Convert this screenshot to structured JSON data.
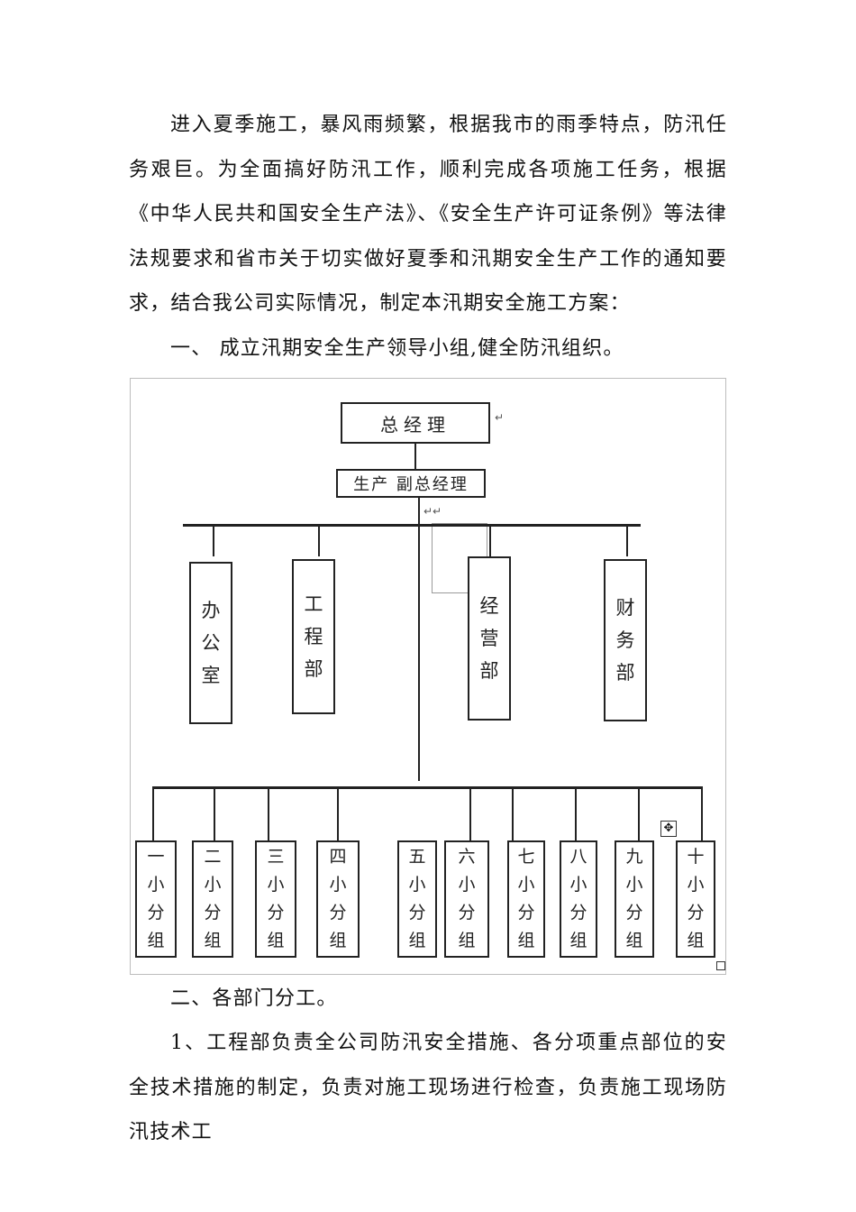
{
  "paragraphs": {
    "p1": "进入夏季施工，暴风雨频繁，根据我市的雨季特点，防汛任务艰巨。为全面搞好防汛工作，顺利完成各项施工任务，根据《中华人民共和国安全生产法》、《安全生产许可证条例》等法律法规要求和省市关于切实做好夏季和汛期安全生产工作的通知要求，结合我公司实际情况，制定本汛期安全施工方案：",
    "h1": "一、 成立汛期安全生产领导小组,健全防汛组织。",
    "h2": "二、各部门分工。",
    "p2": "1、工程部负责全公司防汛安全措施、各分项重点部位的安全技术措施的制定，负责对施工现场进行检查，负责施工现场防汛技术工"
  },
  "org_chart": {
    "top": "总经理",
    "deputy": "生产 副总经理",
    "departments": [
      {
        "chars": [
          "办",
          "公",
          "室"
        ]
      },
      {
        "chars": [
          "工",
          "程",
          "部"
        ]
      },
      {
        "chars": [
          "经",
          "营",
          "部"
        ]
      },
      {
        "chars": [
          "财",
          "务",
          "部"
        ]
      }
    ],
    "groups": [
      {
        "chars": [
          "一",
          "小",
          "分",
          "组"
        ]
      },
      {
        "chars": [
          "二",
          "小",
          "分",
          "组"
        ]
      },
      {
        "chars": [
          "三",
          "小",
          "分",
          "组"
        ]
      },
      {
        "chars": [
          "四",
          "小",
          "分",
          "组"
        ]
      },
      {
        "chars": [
          "五",
          "小",
          "分",
          "组"
        ]
      },
      {
        "chars": [
          "六",
          "小",
          "分",
          "组"
        ]
      },
      {
        "chars": [
          "七",
          "小",
          "分",
          "组"
        ]
      },
      {
        "chars": [
          "八",
          "小",
          "分",
          "组"
        ]
      },
      {
        "chars": [
          "九",
          "小",
          "分",
          "组"
        ]
      },
      {
        "chars": [
          "十",
          "小",
          "分",
          "组"
        ]
      }
    ]
  }
}
